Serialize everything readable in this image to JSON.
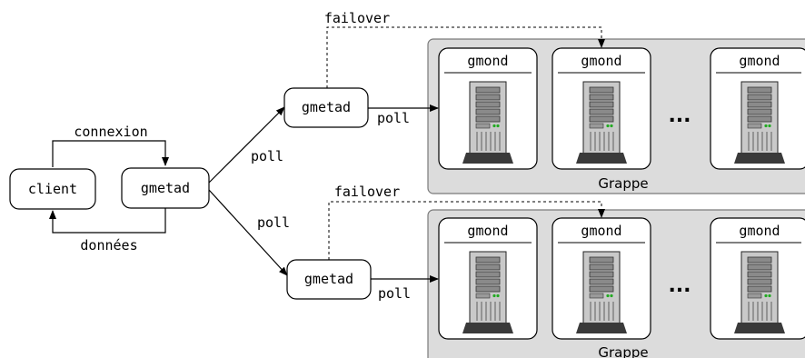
{
  "nodes": {
    "client": "client",
    "gmetad_local": "gmetad",
    "gmetad_top": "gmetad",
    "gmetad_bottom": "gmetad"
  },
  "edges": {
    "connexion": "connexion",
    "donnees": "données",
    "poll_top": "poll",
    "poll_bottom": "poll",
    "poll_cluster_top": "poll",
    "poll_cluster_bottom": "poll",
    "failover_top": "failover",
    "failover_bottom": "failover"
  },
  "clusters": [
    {
      "label": "Grappe",
      "nodes": [
        "gmond",
        "gmond",
        "gmond"
      ],
      "ellipsis": "..."
    },
    {
      "label": "Grappe",
      "nodes": [
        "gmond",
        "gmond",
        "gmond"
      ],
      "ellipsis": "..."
    }
  ],
  "icons": {
    "server": "server-tower-icon"
  }
}
